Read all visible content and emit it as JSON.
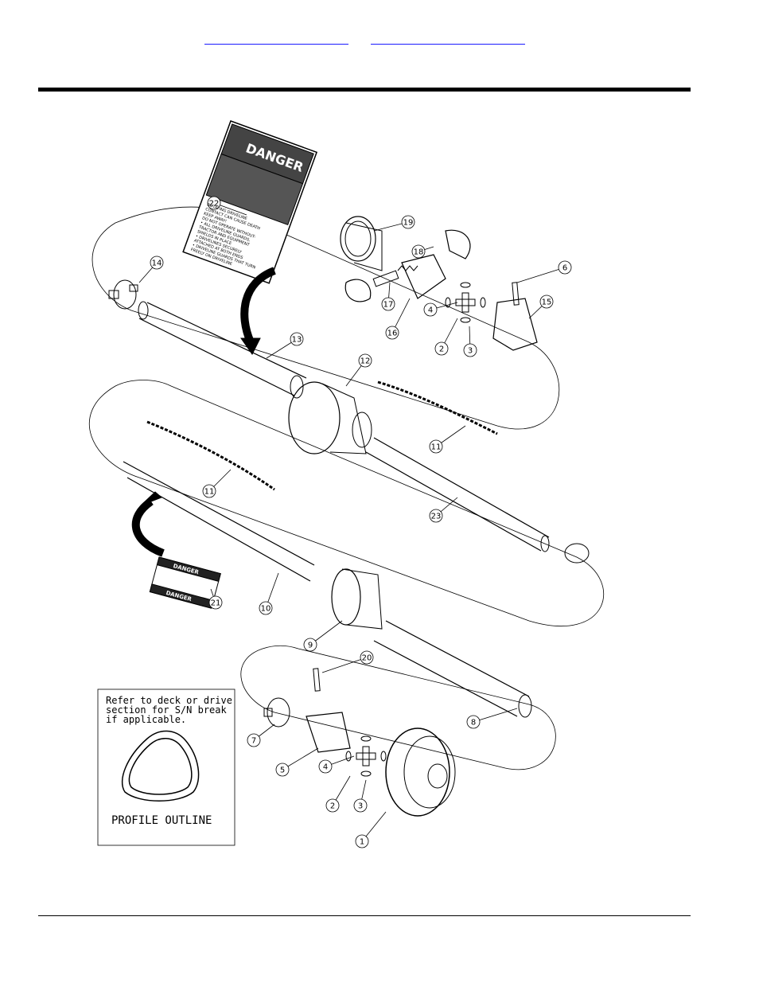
{
  "header": {
    "links": [
      "",
      ""
    ]
  },
  "diagram": {
    "callouts": [
      {
        "id": "c1",
        "label": "1"
      },
      {
        "id": "c2a",
        "label": "2"
      },
      {
        "id": "c2b",
        "label": "2"
      },
      {
        "id": "c3a",
        "label": "3"
      },
      {
        "id": "c3b",
        "label": "3"
      },
      {
        "id": "c4a",
        "label": "4"
      },
      {
        "id": "c4b",
        "label": "4"
      },
      {
        "id": "c5",
        "label": "5"
      },
      {
        "id": "c6",
        "label": "6"
      },
      {
        "id": "c7",
        "label": "7"
      },
      {
        "id": "c8",
        "label": "8"
      },
      {
        "id": "c9",
        "label": "9"
      },
      {
        "id": "c10",
        "label": "10"
      },
      {
        "id": "c11a",
        "label": "11"
      },
      {
        "id": "c11b",
        "label": "11"
      },
      {
        "id": "c12",
        "label": "12"
      },
      {
        "id": "c13",
        "label": "13"
      },
      {
        "id": "c14",
        "label": "14"
      },
      {
        "id": "c15",
        "label": "15"
      },
      {
        "id": "c16",
        "label": "16"
      },
      {
        "id": "c17",
        "label": "17"
      },
      {
        "id": "c18",
        "label": "18"
      },
      {
        "id": "c19",
        "label": "19"
      },
      {
        "id": "c20",
        "label": "20"
      },
      {
        "id": "c21",
        "label": "21"
      },
      {
        "id": "c22",
        "label": "22"
      },
      {
        "id": "c23",
        "label": "23"
      }
    ],
    "decal_large": {
      "heading": "DANGER",
      "lines": [
        "ROTATING DRIVELINE",
        "CONTACT CAN CAUSE DEATH",
        "KEEP AWAY!",
        "DO NOT OPERATE WITHOUT-",
        "• ALL DRIVELINE GUARDS,",
        "TRACTOR AND EQUIPMENT",
        "SHIELDS IN PLACE",
        "• DRIVELINES SECURELY",
        "ATTACHED AT BOTH ENDS",
        "• DRIVELINE GUARDS THAT TURN",
        "FREELY ON DRIVELINE"
      ]
    },
    "decal_small": {
      "heading_top": "DANGER",
      "heading_bottom": "DANGER"
    },
    "note_box": {
      "lines": [
        "Refer to deck or drive",
        "section for S/N break",
        "if applicable."
      ],
      "profile_label": "PROFILE OUTLINE"
    }
  }
}
